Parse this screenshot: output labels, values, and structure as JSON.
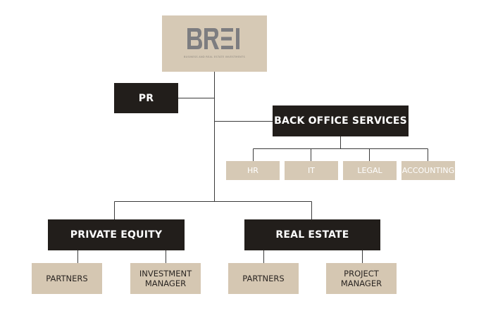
{
  "logo": {
    "text": "BREI",
    "tagline": "BUSINESS AND REAL ESTATE INVESTMENTS"
  },
  "nodes": {
    "pr": "PR",
    "back_office": "BACK OFFICE SERVICES",
    "hr": "HR",
    "it": "IT",
    "legal": "LEGAL",
    "accounting": "ACCOUNTING",
    "private_equity": "PRIVATE EQUITY",
    "real_estate": "REAL ESTATE",
    "pe_partners": "PARTNERS",
    "investment_manager": "INVESTMENT\nMANAGER",
    "re_partners": "PARTNERS",
    "project_manager": "PROJECT\nMANAGER"
  },
  "colors": {
    "dark": "#221e1b",
    "tan": "#d5c7b2",
    "line": "#3a3a3a",
    "logo_mark": "#7d7d80"
  }
}
